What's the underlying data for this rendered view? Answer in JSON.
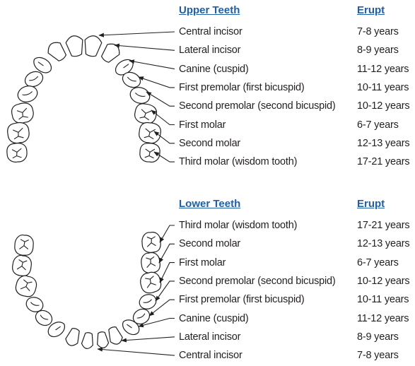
{
  "upper": {
    "header": "Upper Teeth",
    "erupt_header": "Erupt",
    "rows": [
      {
        "name": "Central incisor",
        "erupt": "7-8 years"
      },
      {
        "name": "Lateral incisor",
        "erupt": "8-9 years"
      },
      {
        "name": "Canine (cuspid)",
        "erupt": "11-12 years"
      },
      {
        "name": "First premolar (first bicuspid)",
        "erupt": "10-11 years"
      },
      {
        "name": "Second premolar (second bicuspid)",
        "erupt": "10-12 years"
      },
      {
        "name": "First molar",
        "erupt": "6-7 years"
      },
      {
        "name": "Second molar",
        "erupt": "12-13 years"
      },
      {
        "name": "Third molar (wisdom tooth)",
        "erupt": "17-21 years"
      }
    ]
  },
  "lower": {
    "header": "Lower Teeth",
    "erupt_header": "Erupt",
    "rows": [
      {
        "name": "Third molar (wisdom tooth)",
        "erupt": "17-21 years"
      },
      {
        "name": "Second molar",
        "erupt": "12-13 years"
      },
      {
        "name": "First molar",
        "erupt": "6-7 years"
      },
      {
        "name": "Second premolar (second bicuspid)",
        "erupt": "10-12 years"
      },
      {
        "name": "First premolar (first bicuspid)",
        "erupt": "10-11 years"
      },
      {
        "name": "Canine (cuspid)",
        "erupt": "11-12 years"
      },
      {
        "name": "Lateral incisor",
        "erupt": "8-9 years"
      },
      {
        "name": "Central incisor",
        "erupt": "7-8 years"
      }
    ]
  },
  "colors": {
    "header": "#1f5fa8",
    "text": "#231f20"
  }
}
